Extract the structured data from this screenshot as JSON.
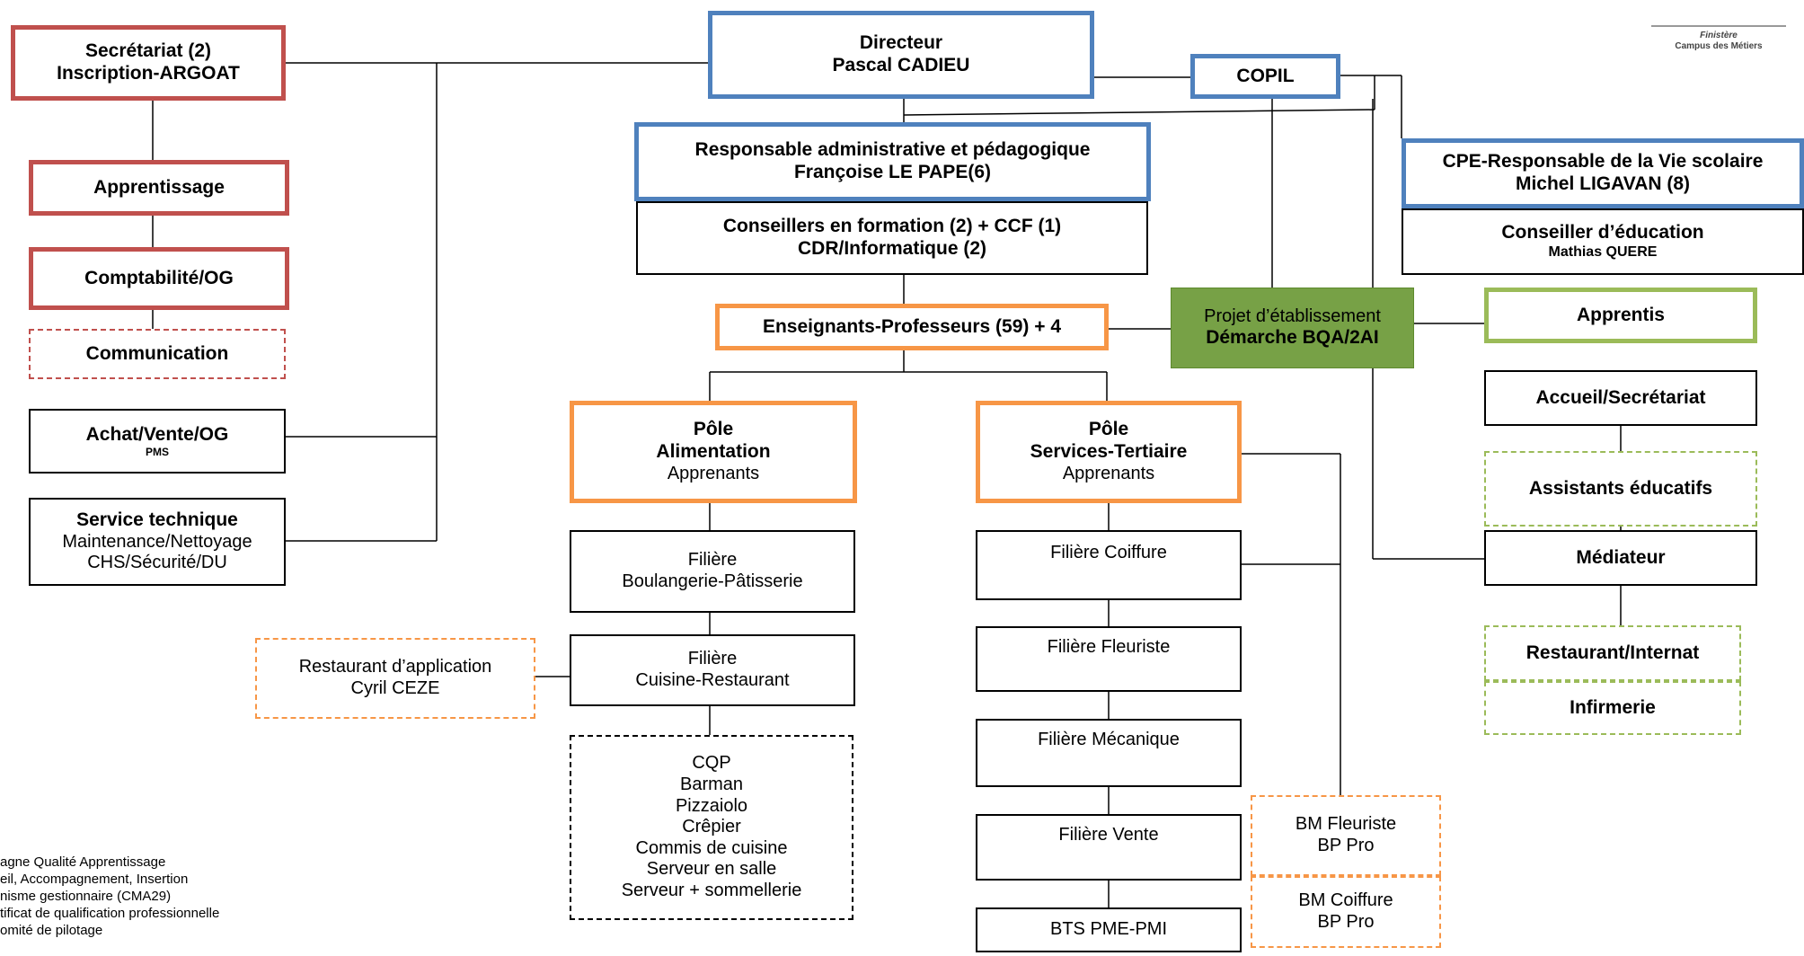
{
  "header_logo": {
    "line1": "Finistère",
    "line2": "Campus des Métiers"
  },
  "boxes": {
    "secretariat": [
      "Secrétariat (2)",
      "Inscription-ARGOAT"
    ],
    "directeur": [
      "Directeur",
      "Pascal CADIEU"
    ],
    "copil": [
      "COPIL"
    ],
    "apprentissage": [
      "Apprentissage"
    ],
    "comptabilite": [
      "Comptabilité/OG"
    ],
    "communication": [
      "Communication"
    ],
    "achat": [
      "Achat/Vente/OG",
      "PMS"
    ],
    "service_technique": [
      "Service technique",
      "Maintenance/Nettoyage",
      "CHS/Sécurité/DU"
    ],
    "responsable": [
      "Responsable administrative et pédagogique",
      "Françoise LE PAPE(6)"
    ],
    "conseillers": [
      "Conseillers en formation (2) + CCF (1)",
      "CDR/Informatique (2)"
    ],
    "cpe": [
      "CPE-Responsable de la Vie scolaire",
      "Michel LIGAVAN (8)"
    ],
    "conseiller_education": [
      "Conseiller d’éducation",
      "Mathias QUERE"
    ],
    "enseignants": [
      "Enseignants-Professeurs (59) + 4"
    ],
    "projet": [
      "Projet d’établissement",
      "Démarche BQA/2AI"
    ],
    "apprentis": [
      "Apprentis"
    ],
    "pole_alimentation": [
      "Pôle",
      "Alimentation",
      "Apprenants"
    ],
    "pole_services": [
      "Pôle",
      "Services-Tertiaire",
      "Apprenants"
    ],
    "accueil": [
      "Accueil/Secrétariat"
    ],
    "assistants": [
      "Assistants éducatifs"
    ],
    "mediateur": [
      "Médiateur"
    ],
    "filiere_boulangerie": [
      "Filière",
      "Boulangerie-Pâtisserie"
    ],
    "filiere_coiffure": [
      "Filière Coiffure"
    ],
    "restaurant_application": [
      "Restaurant d’application",
      "Cyril CEZE"
    ],
    "filiere_cuisine": [
      "Filière",
      "Cuisine-Restaurant"
    ],
    "filiere_fleuriste": [
      "Filière Fleuriste"
    ],
    "restaurant_internat": [
      "Restaurant/Internat"
    ],
    "infirmerie": [
      "Infirmerie"
    ],
    "cqp": [
      "CQP",
      "Barman",
      "Pizzaiolo",
      "Crêpier",
      "Commis de cuisine",
      "Serveur en salle",
      "Serveur + sommellerie"
    ],
    "filiere_mecanique": [
      "Filière Mécanique"
    ],
    "filiere_vente": [
      "Filière Vente"
    ],
    "bm_fleuriste": [
      "BM Fleuriste",
      "BP Pro"
    ],
    "bm_coiffure": [
      "BM Coiffure",
      "BP Pro"
    ],
    "bts": [
      "BTS PME-PMI"
    ]
  },
  "legend": [
    "agne Qualité Apprentissage",
    "eil, Accompagnement, Insertion",
    "nisme gestionnaire (CMA29)",
    "tificat de qualification professionnelle",
    "omité de pilotage"
  ],
  "colors": {
    "administration": "#c0504d",
    "direction": "#4f81bd",
    "pedagogie": "#f79646",
    "vie_scolaire": "#9bbb59",
    "projet_fill": "#77a146",
    "lines": "#000000"
  }
}
